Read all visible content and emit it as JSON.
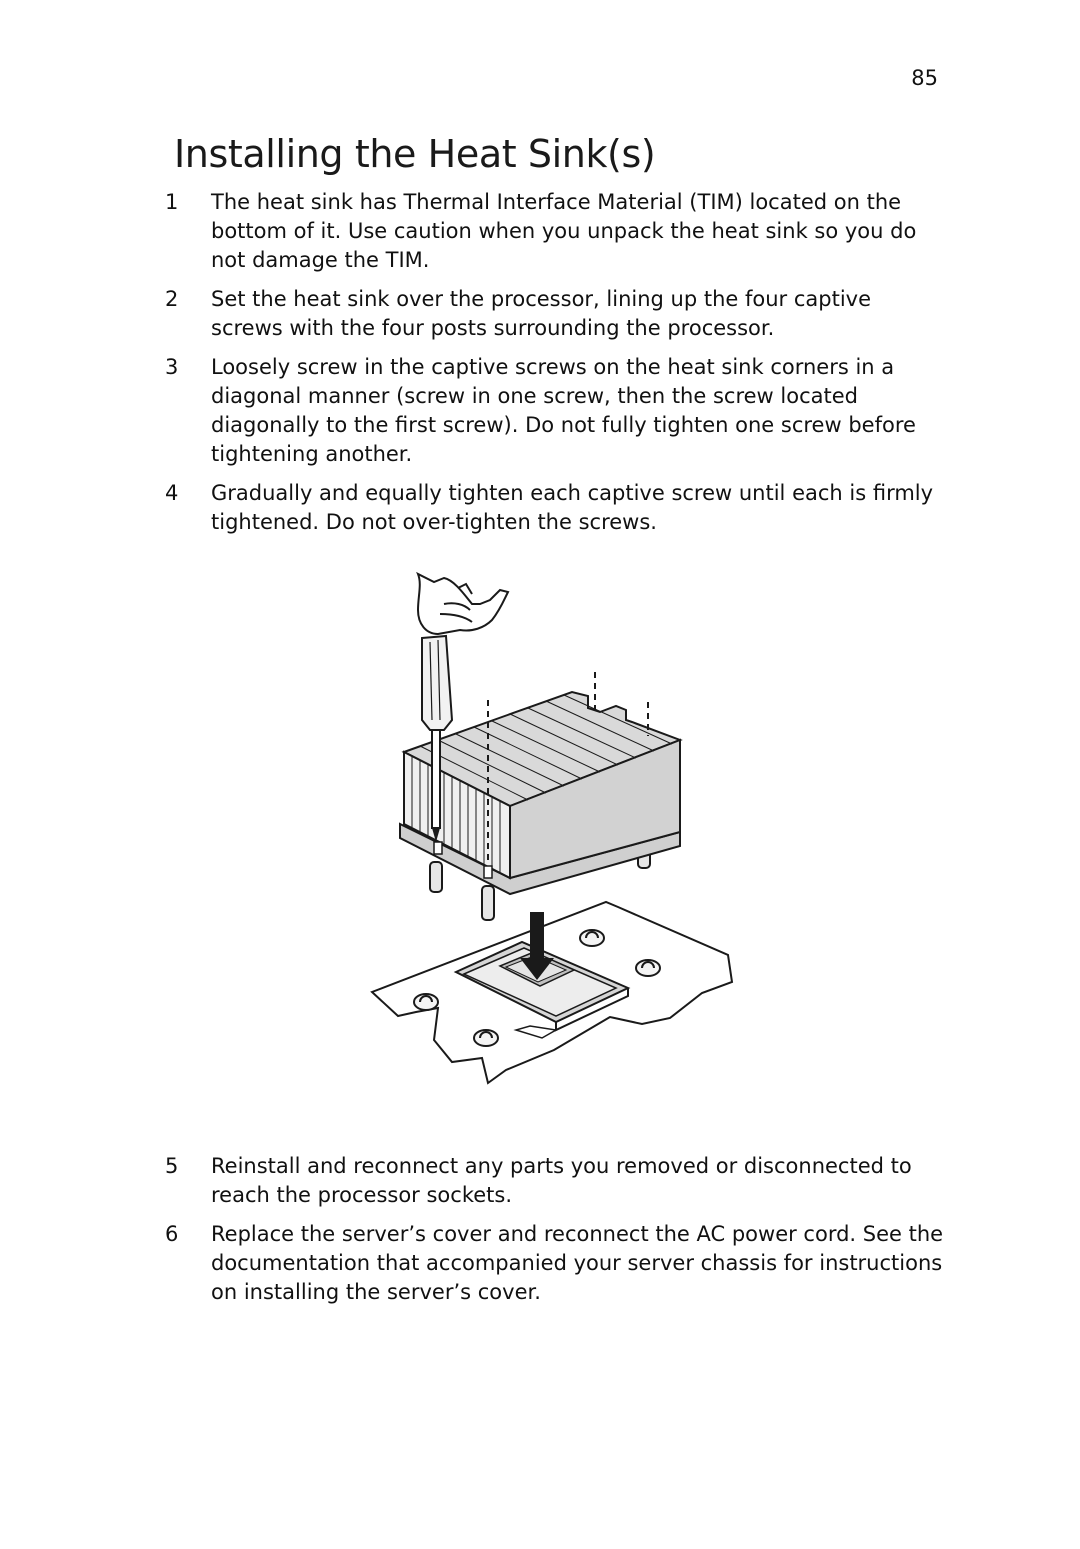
{
  "page": {
    "number": "85",
    "title": "Installing the Heat Sink(s)"
  },
  "steps_before": [
    {
      "num": "1",
      "text": "The heat sink has Thermal Interface Material (TIM) located on the bottom of it. Use caution when you unpack the heat sink so you do not damage the TIM."
    },
    {
      "num": "2",
      "text": "Set the heat sink over the processor, lining up the four captive screws with the four posts surrounding the processor."
    },
    {
      "num": "3",
      "text": "Loosely screw in the captive screws on the heat sink corners in a diagonal manner (screw in one screw, then the screw located diagonally to the first screw). Do not fully tighten one screw before tightening another."
    },
    {
      "num": "4",
      "text": "Gradually and equally tighten each captive screw until each is firmly tightened. Do not over-tighten the screws."
    }
  ],
  "steps_after": [
    {
      "num": "5",
      "text": "Reinstall and reconnect any parts you removed or disconnected to reach the processor sockets."
    },
    {
      "num": "6",
      "text": "Replace the server’s cover and reconnect the AC power cord. See the documentation that accompanied your server chassis for instructions on installing the server’s cover."
    }
  ],
  "figure": {
    "icons": [
      "hand-icon",
      "screwdriver-icon",
      "heat-sink-icon",
      "down-arrow-icon",
      "processor-socket-icon",
      "motherboard-plate-icon"
    ]
  }
}
